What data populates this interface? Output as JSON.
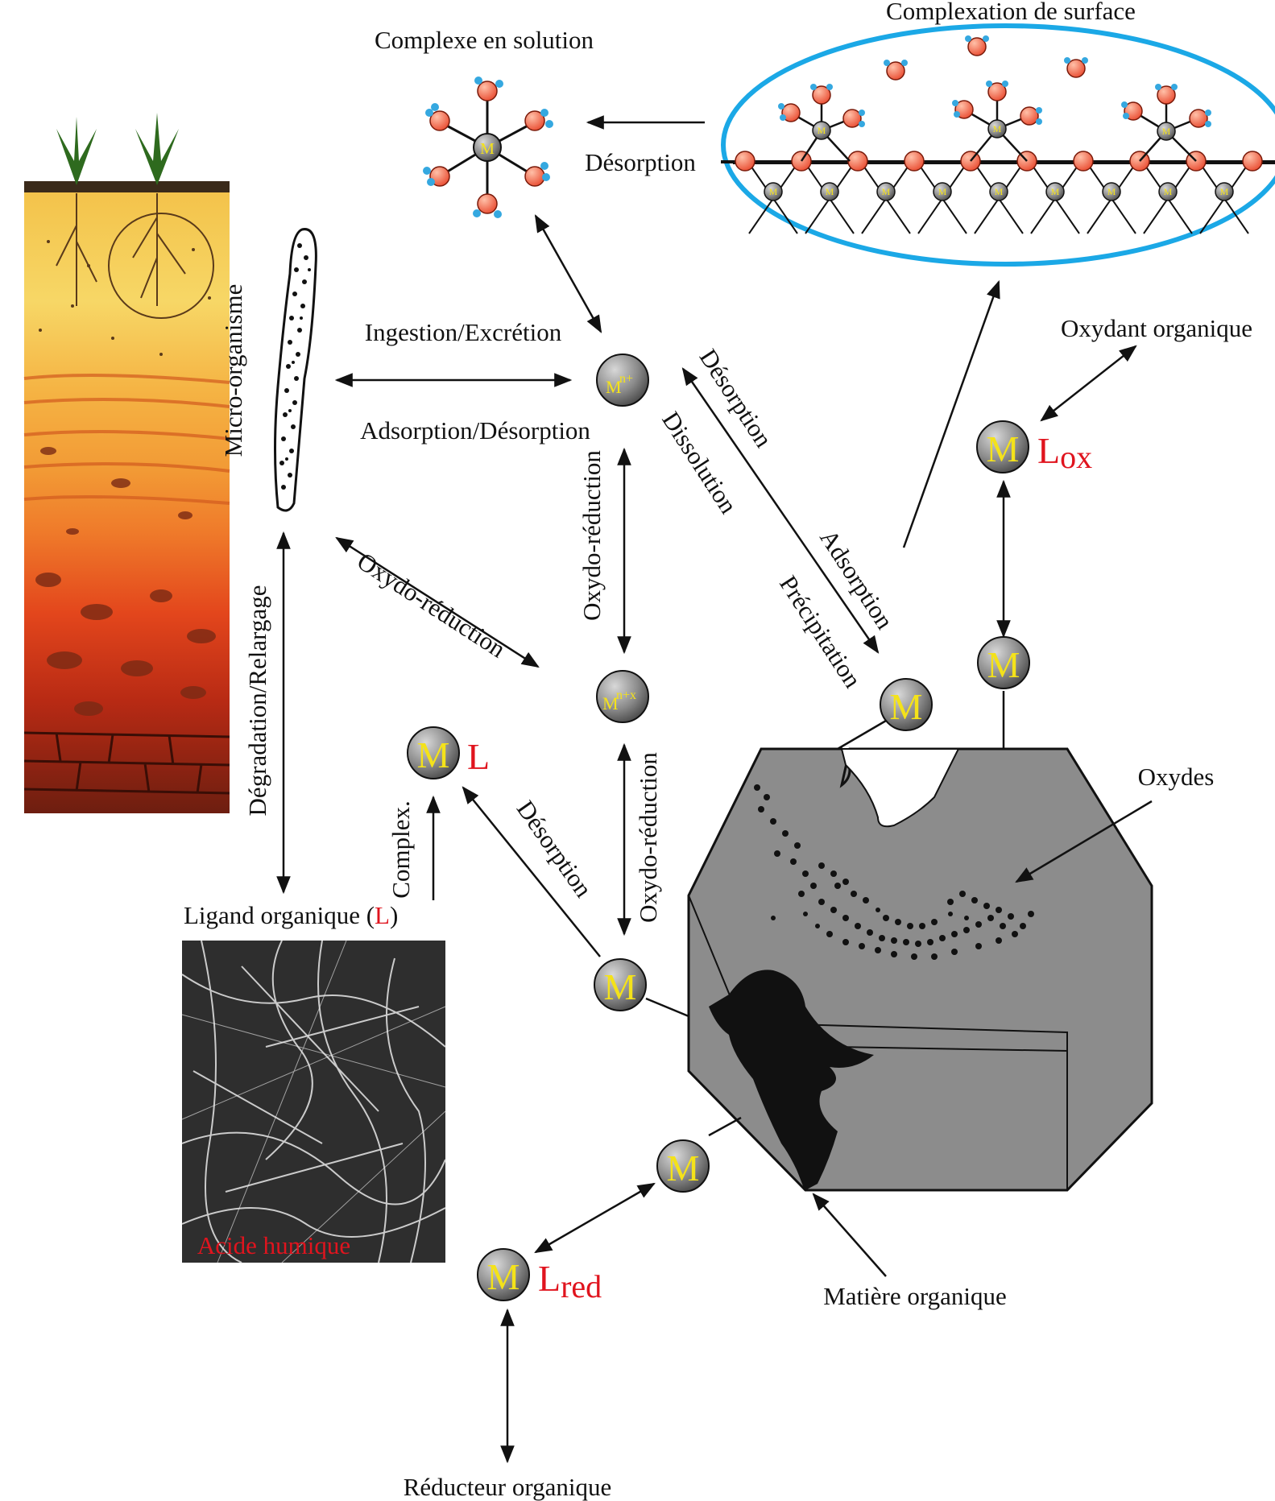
{
  "labels": {
    "complexe_solution": "Complexe en solution",
    "complexation_surface": "Complexation de surface",
    "desorption_top": "Désorption",
    "micro_organisme": "Micro-organisme",
    "ingestion": "Ingestion/Excrétion",
    "adsorption_desorption": "Adsorption/Désorption",
    "desorption_diag": "Désorption",
    "dissolution": "Dissolution",
    "adsorption_diag": "Adsorption",
    "precipitation": "Précipitation",
    "oxydo_vertical_1": "Oxydo-réduction",
    "oxydo_diag": "Oxydo-réduction",
    "oxydo_vertical_2": "Oxydo-réduction",
    "degradation": "Dégradation/Relargage",
    "complex": "Complex.",
    "desorption_lower": "Désorption",
    "ligand_text": "Ligand organique (",
    "ligand_L": "L",
    "ligand_close": ")",
    "acide_humique": "Acide humique",
    "oxydant": "Oxydant organique",
    "oxydes": "Oxydes",
    "matiere": "Matière organique",
    "reducteur": "Réducteur organique"
  },
  "metals": {
    "M": "M",
    "mn_base": "M",
    "mn_sup": "n+",
    "mnx_sup": "n+x",
    "L": "L",
    "L_ox": "L",
    "ox_sub": "ox",
    "L_red": "L",
    "red_sub": "red"
  },
  "colors": {
    "ligand_red": "#e0141e",
    "ellipse_blue": "#1ba8e6",
    "oxygen_orange": "#f05a3a",
    "hydrogen_blue": "#35a8e0",
    "mineral_grey": "#8c8c8c",
    "metal_letter": "#f4e21a"
  }
}
